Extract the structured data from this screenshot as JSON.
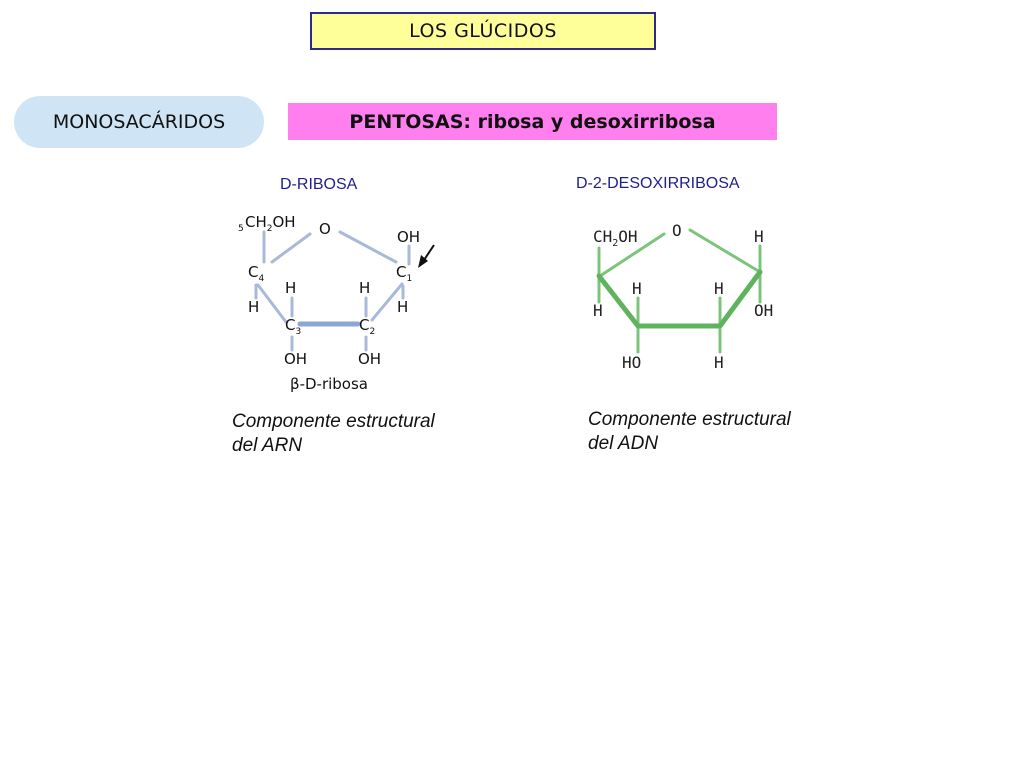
{
  "slide": {
    "title": "LOS GLÚCIDOS",
    "category": "MONOSACÁRIDOS",
    "subtitle": "PENTOSAS: ribosa y desoxirribosa"
  },
  "ribose": {
    "name": "D-RIBOSA",
    "anomer_label": "β-D-ribosa",
    "caption_line1": "Componente estructural",
    "caption_line2": "del ARN",
    "atoms": {
      "c5_prefix": "5",
      "ch2oh_a": "CH",
      "ch2oh_sub": "2",
      "ch2oh_b": "OH",
      "ring_o": "O",
      "c1_oh": "OH",
      "c4": "C",
      "c4_sub": "4",
      "c1": "C",
      "c1_sub": "1",
      "c4_h": "H",
      "c3_h_top": "H",
      "c2_h_top": "H",
      "c1_h": "H",
      "c3": "C",
      "c3_sub": "3",
      "c2": "C",
      "c2_sub": "2",
      "c3_oh": "OH",
      "c2_oh": "OH"
    }
  },
  "deoxyribose": {
    "name": "D-2-DESOXIRRIBOSA",
    "caption_line1": "Componente estructural",
    "caption_line2": "del ADN",
    "atoms": {
      "ch2oh_a": "CH",
      "ch2oh_sub": "2",
      "ch2oh_b": "OH",
      "ring_o": "O",
      "c1_h": "H",
      "c4_h": "H",
      "c3_h_top": "H",
      "c2_h_top": "H",
      "c1_oh": "OH",
      "c3_ho": "HO",
      "c2_h_bottom": "H"
    }
  },
  "colors": {
    "title_bg": "#ffff99",
    "title_border": "#2b2b8c",
    "pill_bg": "#cfe5f5",
    "pink_bg": "#ff7fee",
    "ribose_bonds": "#a9b9d8",
    "ribose_front": "#8ea6d6",
    "deoxy_bonds": "#7cc47c",
    "deoxy_front": "#5fb35f",
    "heading_text": "#1f1f8c"
  }
}
